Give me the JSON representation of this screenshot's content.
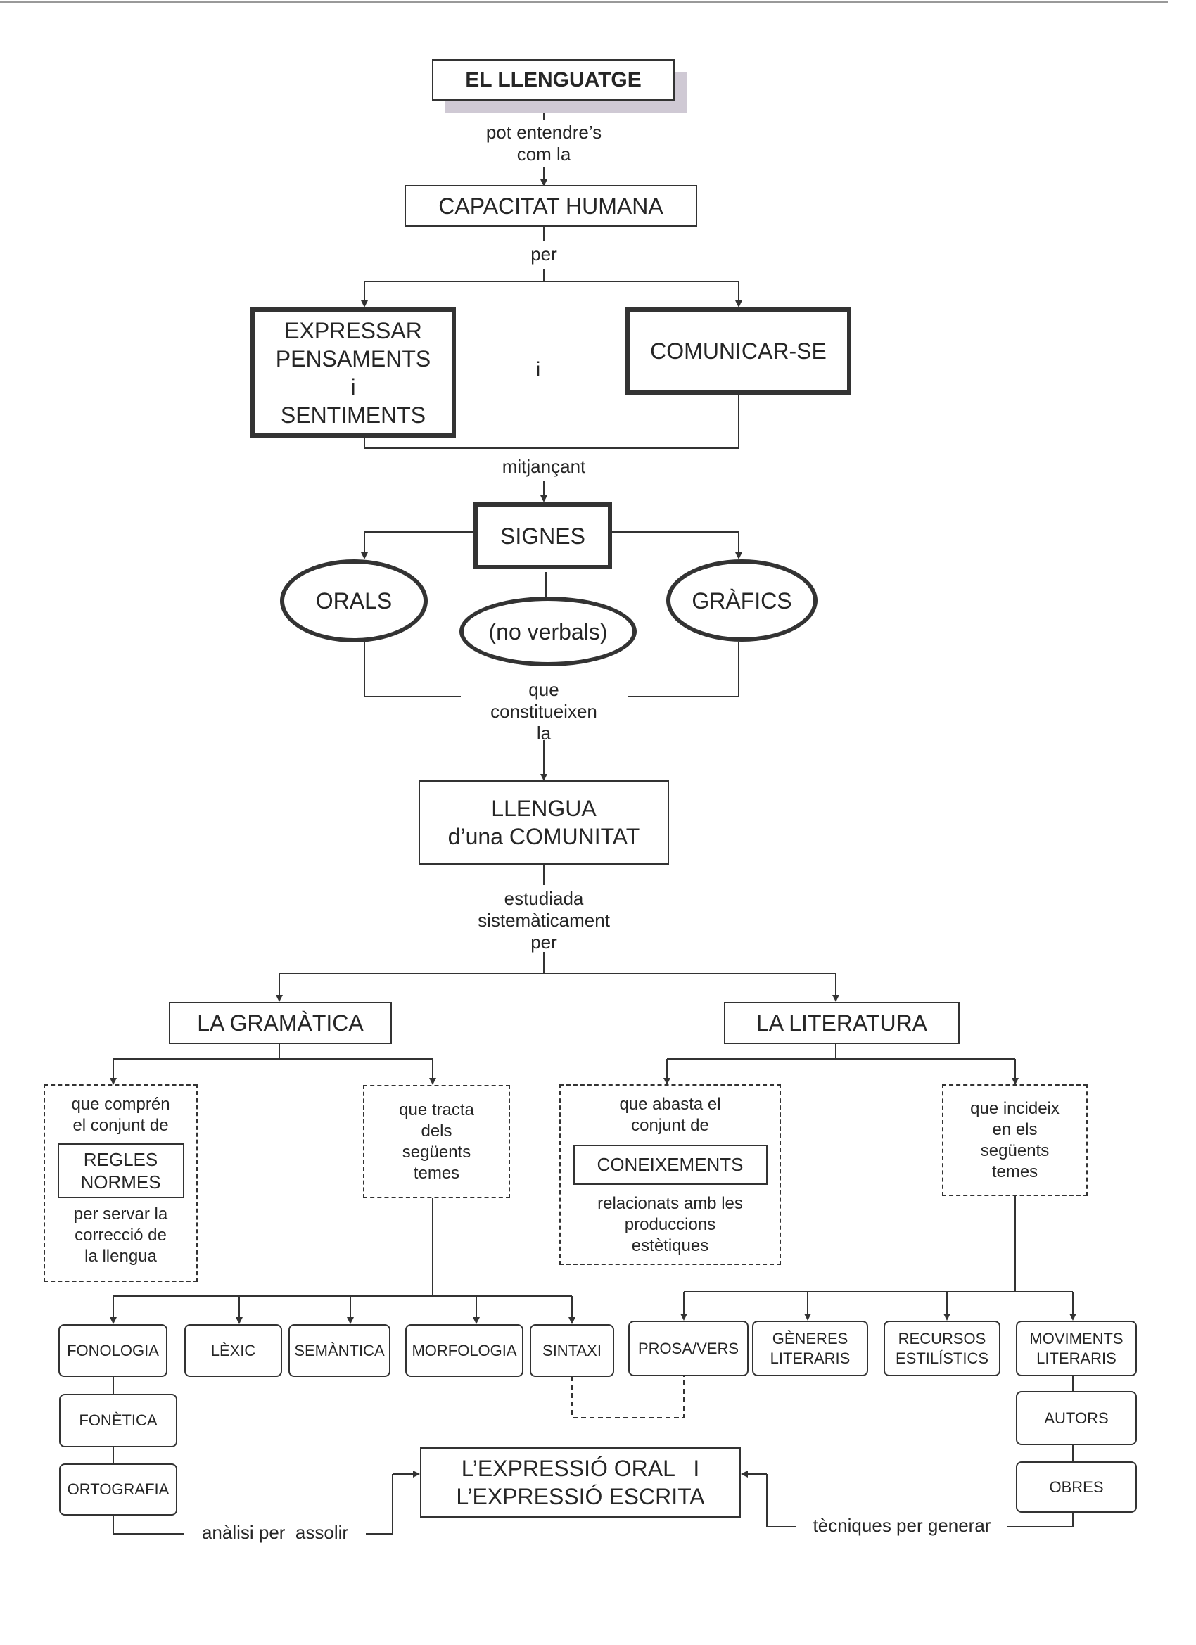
{
  "title": "EL LLENGUATGE",
  "links": {
    "pot_entendre": [
      "pot entendre’s",
      "com la"
    ],
    "per": "per",
    "i": "i",
    "mitjancant": "mitjançant",
    "que_constitueixen": [
      "que",
      "constitueixen",
      "la"
    ],
    "estudiada": [
      "estudiada",
      "sistemàticament",
      "per"
    ],
    "analisi": "anàlisi per  assolir",
    "tecniques": "tècniques per generar"
  },
  "nodes": {
    "capacitat": "CAPACITAT HUMANA",
    "expressar": [
      "EXPRESSAR",
      "PENSAMENTS",
      "i",
      "SENTIMENTS"
    ],
    "comunicar": "COMUNICAR-SE",
    "signes": "SIGNES",
    "orals": "ORALS",
    "no_verbals": "(no verbals)",
    "grafics": "GRÀFICS",
    "llengua": [
      "LLENGUA",
      "d’una COMUNITAT"
    ],
    "gramatica": "LA GRAMÀTICA",
    "literatura": "LA LITERATURA",
    "regles": [
      "REGLES",
      "NORMES"
    ],
    "coneixements": "CONEIXEMENTS",
    "expressio": [
      "L’EXPRESSIÓ ORAL   I",
      "L’EXPRESSIÓ ESCRITA"
    ]
  },
  "notes": {
    "compren": [
      "que comprén",
      "el conjunt de"
    ],
    "servar": [
      "per servar la",
      "correcció de",
      "la llengua"
    ],
    "tracta": [
      "que tracta",
      "dels",
      "següents",
      "temes"
    ],
    "abasta": [
      "que abasta el",
      "conjunt de"
    ],
    "relacionats": [
      "relacionats amb les",
      "produccions",
      "estètiques"
    ],
    "incideix": [
      "que incideix",
      "en els",
      "següents",
      "temes"
    ]
  },
  "grammar_topics": [
    "FONOLOGIA",
    "LÈXIC",
    "SEMÀNTICA",
    "MORFOLOGIA",
    "SINTAXI"
  ],
  "grammar_sub": [
    "FONÈTICA",
    "ORTOGRAFIA"
  ],
  "literature_topics": [
    "PROSA/VERS",
    [
      "GÈNERES",
      "LITERARIS"
    ],
    [
      "RECURSOS",
      "ESTILÍSTICS"
    ],
    [
      "MOVIMENTS",
      "LITERARIS"
    ]
  ],
  "literature_sub": [
    "AUTORS",
    "OBRES"
  ]
}
